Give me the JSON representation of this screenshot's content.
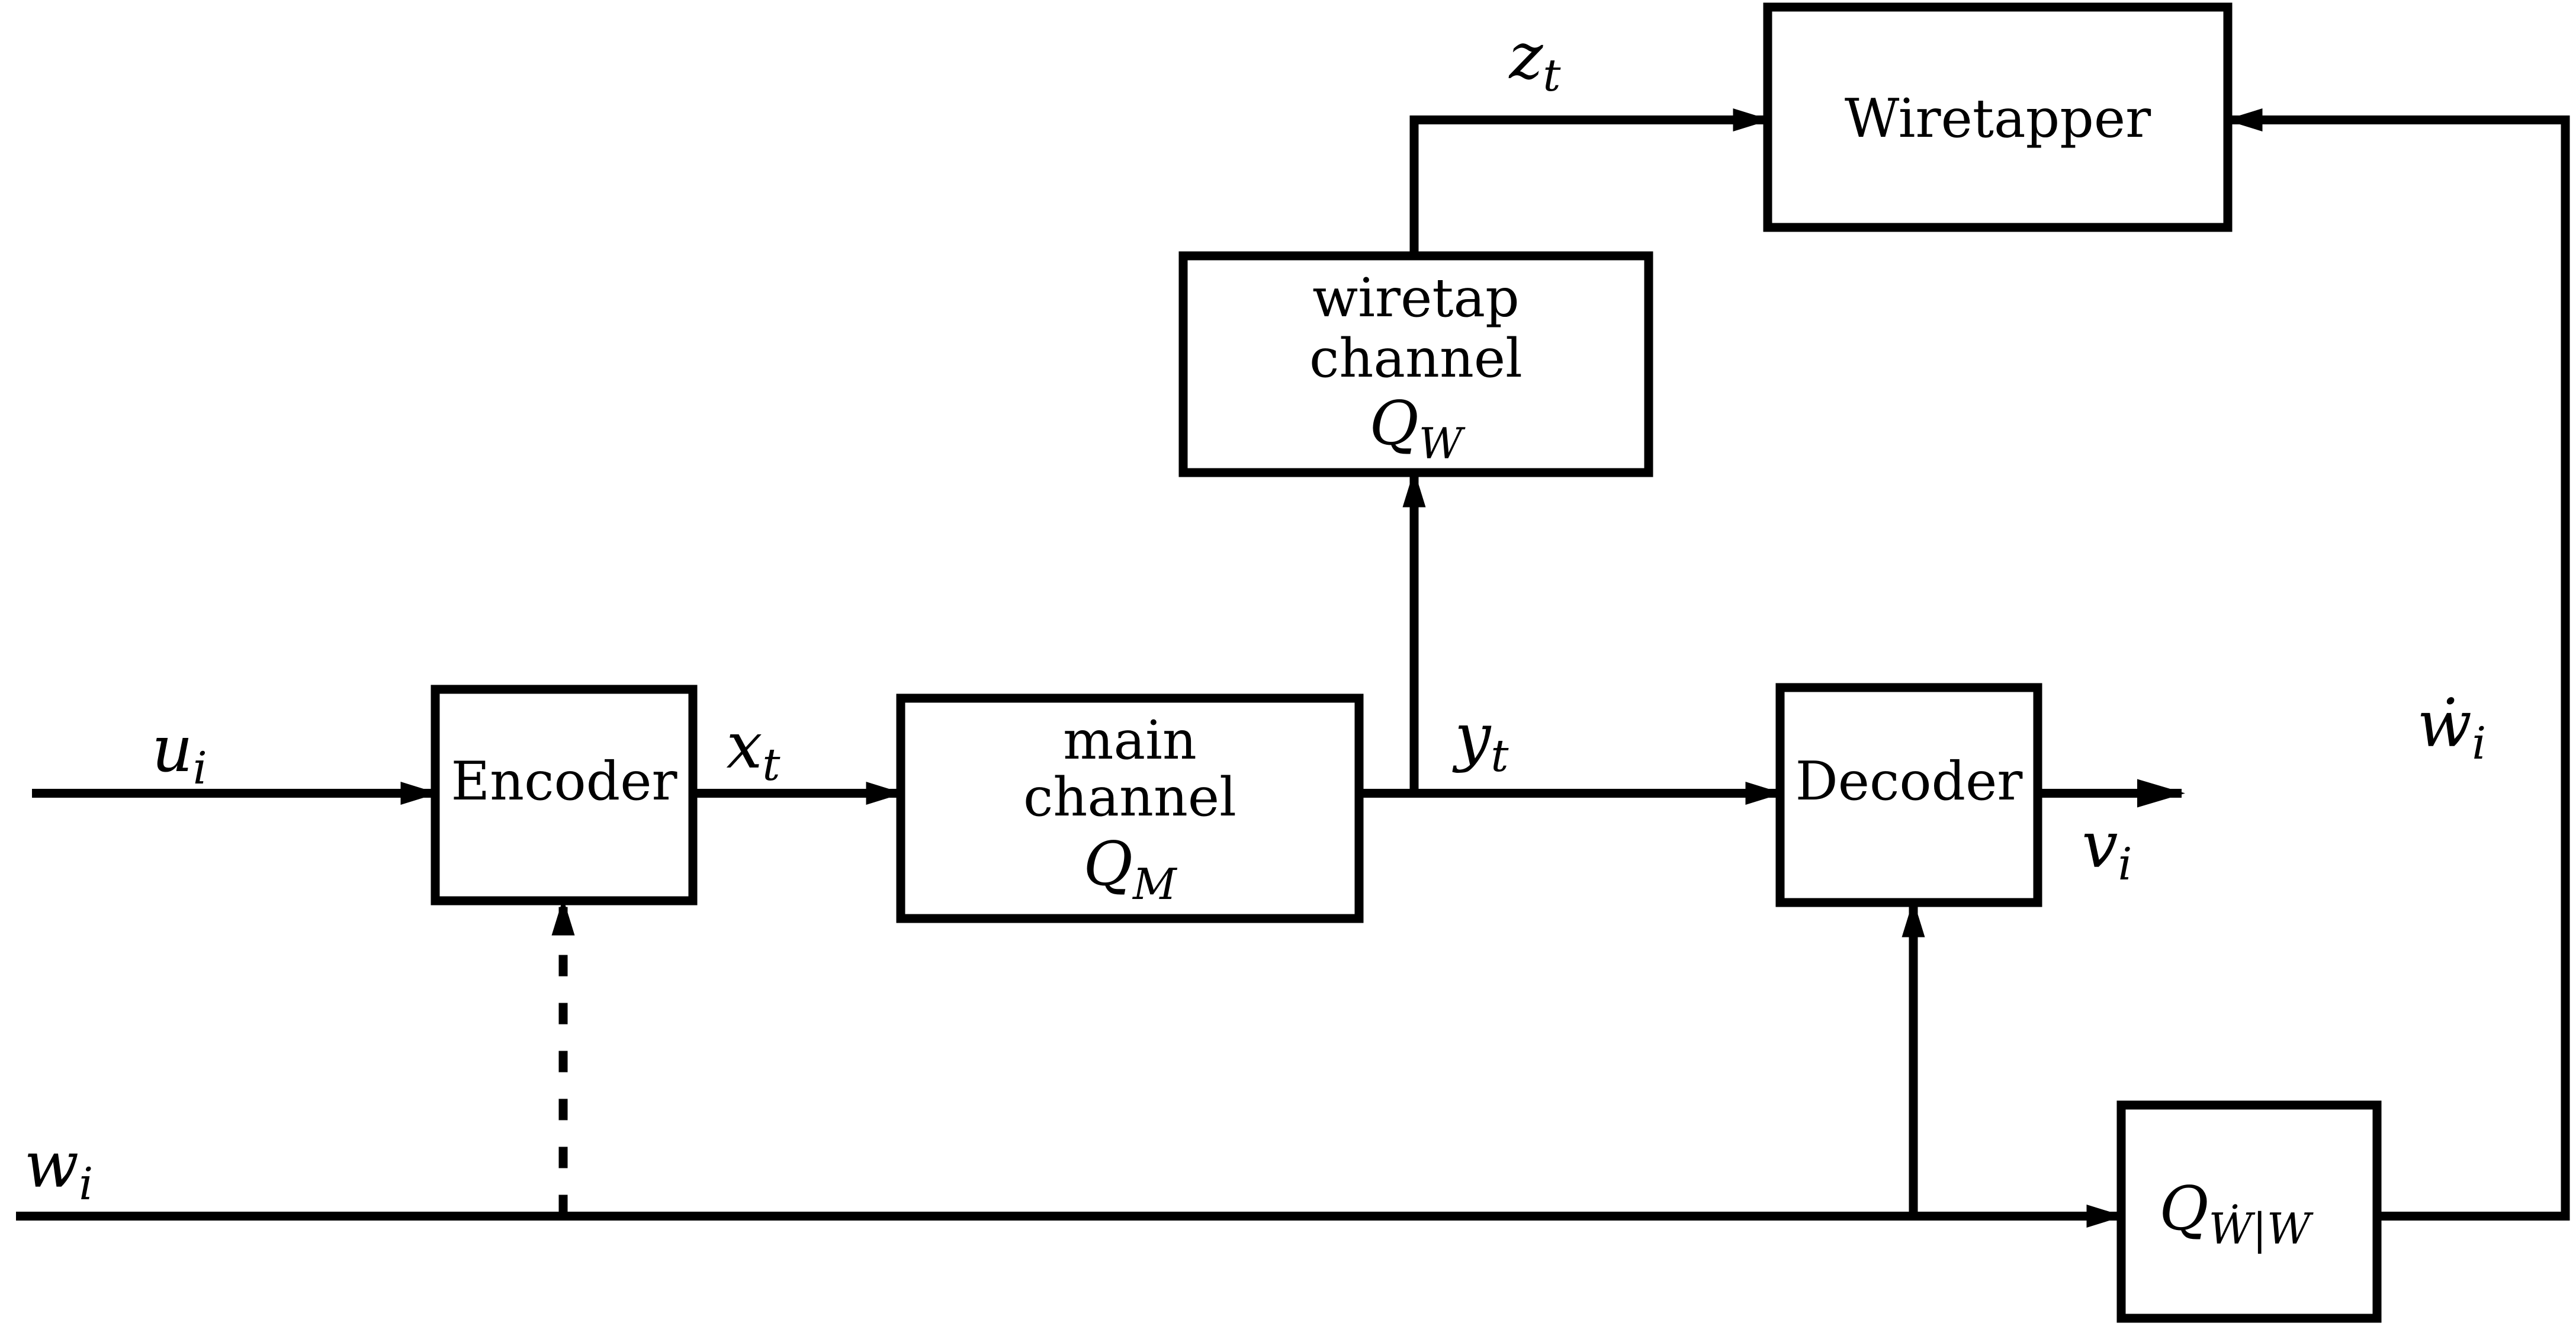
{
  "figure": {
    "background": "#ffffff",
    "line_color": "#000000"
  },
  "boxes": {
    "encoder": {
      "label": "Encoder"
    },
    "main_channel": {
      "line1": "main",
      "line2": "channel",
      "sym_base": "Q",
      "sym_sub": "M"
    },
    "wiretap_channel": {
      "line1": "wiretap",
      "line2": "channel",
      "sym_base": "Q",
      "sym_sub": "W"
    },
    "wiretapper": {
      "label": "Wiretapper"
    },
    "decoder": {
      "label": "Decoder"
    },
    "side_info_channel": {
      "sym_base": "Q",
      "sym_sub": "Ẇ|W"
    }
  },
  "signals": {
    "u": {
      "base": "u",
      "sub": "i"
    },
    "x": {
      "base": "x",
      "sub": "t"
    },
    "y": {
      "base": "y",
      "sub": "t"
    },
    "z": {
      "base": "z",
      "sub": "t"
    },
    "v": {
      "base": "v",
      "sub": "i"
    },
    "w": {
      "base": "w",
      "sub": "i"
    },
    "w_dot": {
      "base": "ẇ",
      "sub": "i"
    }
  }
}
